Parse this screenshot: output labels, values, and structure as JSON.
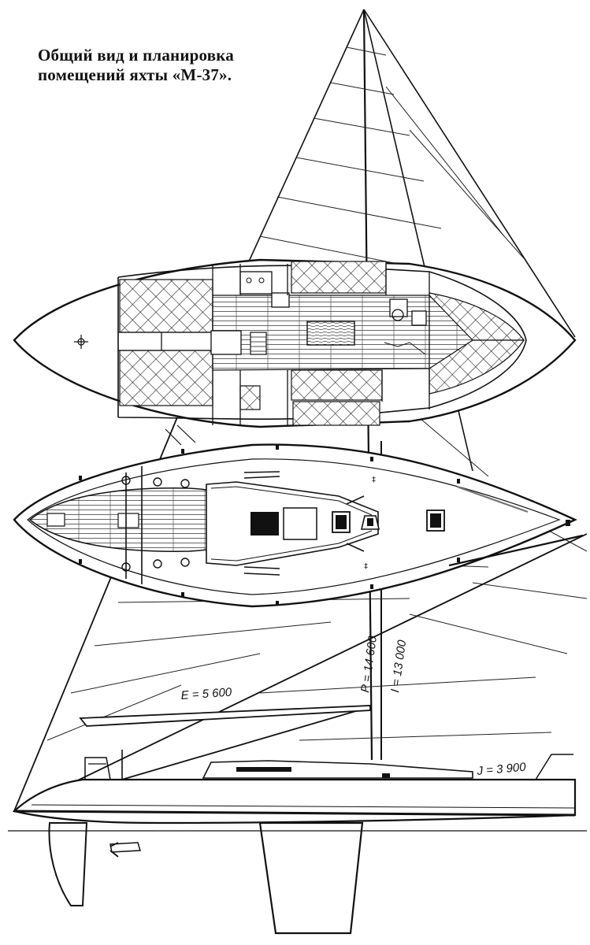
{
  "caption": {
    "line1": "Общий вид и планировка",
    "line2": "помещений яхты «М-37»."
  },
  "dimensions": {
    "E": "E = 5 600",
    "P": "P = 14 600",
    "I": "I = 13 000",
    "J": "J = 3 900"
  },
  "colors": {
    "ink": "#111111",
    "paper": "#ffffff"
  }
}
